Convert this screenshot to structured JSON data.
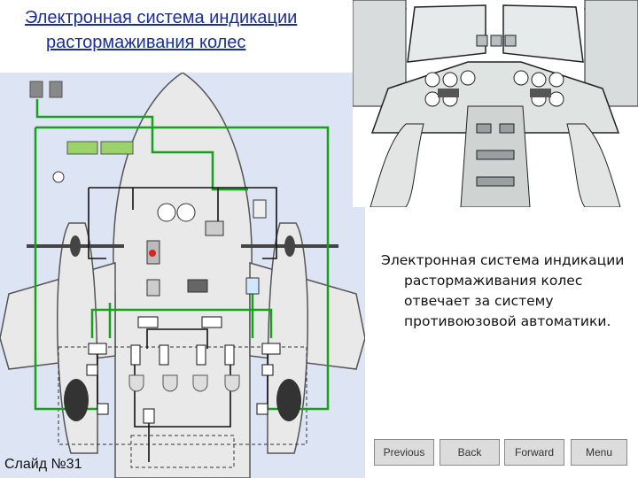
{
  "title": {
    "line1": "Электронная система индикации",
    "line2": "растормаживания колес"
  },
  "description": {
    "first_line": "Электронная система индикации",
    "rest": "растормаживания колес отвечает за систему противоюзовой автоматики."
  },
  "slide_label": "Слайд №31",
  "navigation": {
    "previous": "Previous",
    "back": "Back",
    "forward": "Forward",
    "menu": "Menu"
  },
  "colors": {
    "title": "#1a2e9a",
    "diagram_bg": "#dde5f5",
    "aircraft_body": "#e8e8e8",
    "circuit_green": "#16a11c",
    "nav_button": "#dcdcdc"
  }
}
